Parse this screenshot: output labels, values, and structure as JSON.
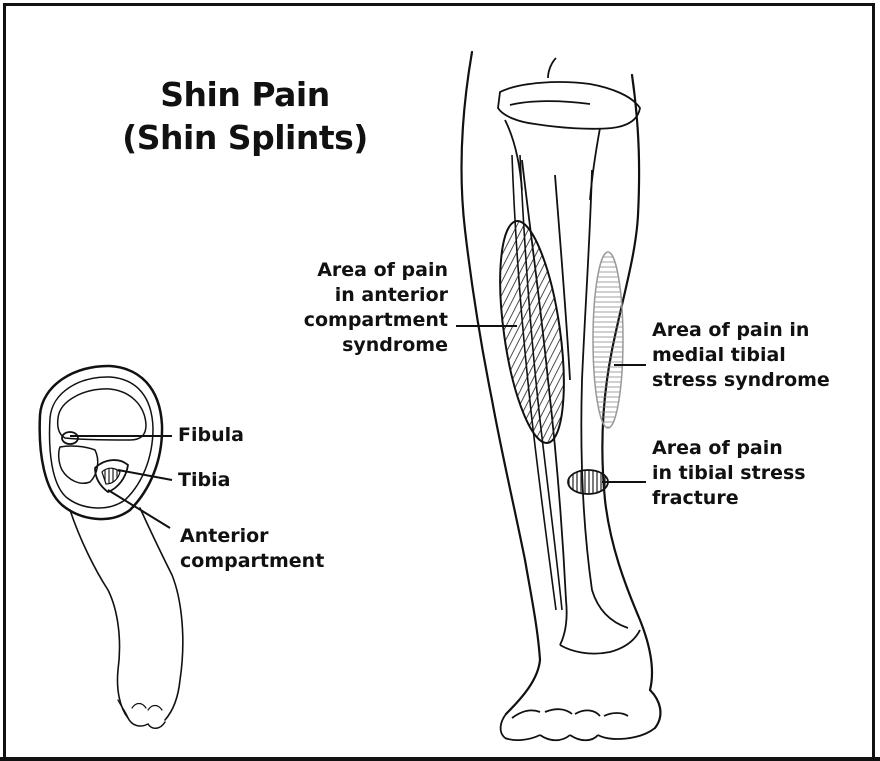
{
  "title": {
    "line1": "Shin Pain",
    "line2": "(Shin Splints)"
  },
  "labels": {
    "anterior_compartment_syndrome": {
      "line1": "Area of pain",
      "line2": "in anterior",
      "line3": "compartment",
      "line4": "syndrome"
    },
    "medial_tibial_stress_syndrome": {
      "line1": "Area of pain in",
      "line2": "medial tibial",
      "line3": "stress syndrome"
    },
    "tibial_stress_fracture": {
      "line1": "Area of pain",
      "line2": "in tibial stress",
      "line3": "fracture"
    },
    "fibula": "Fibula",
    "tibia": "Tibia",
    "anterior_compartment": {
      "line1": "Anterior",
      "line2": "compartment"
    }
  },
  "colors": {
    "ink": "#111111",
    "background": "#ffffff",
    "shading": "#777777"
  }
}
